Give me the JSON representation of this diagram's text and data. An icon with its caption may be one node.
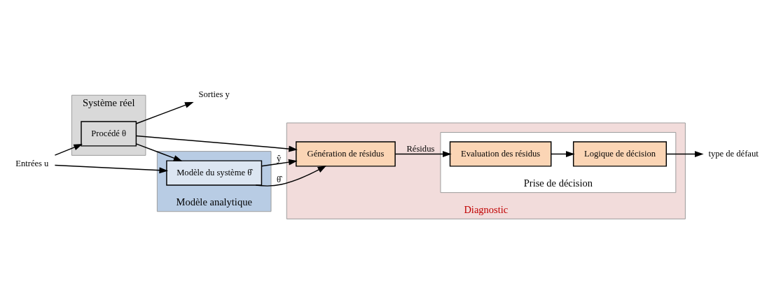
{
  "diagram": {
    "nodes": [
      {
        "text": [
          "Système réel"
        ]
      },
      {
        "text": [
          "Procédé θ"
        ],
        "in": 0
      },
      {
        "text": [
          "Modèle analytique"
        ]
      },
      {
        "text": [
          "Modèle du système θ̂"
        ],
        "in": 2
      },
      {
        "text": [
          "Diagnostic"
        ]
      },
      {
        "text": [
          "Génération de résidus"
        ],
        "in": 4
      },
      {
        "text": [
          "Prise de décision"
        ],
        "in": 4
      },
      {
        "text": [
          "Evaluation des résidus"
        ],
        "in": 6
      },
      {
        "text": [
          "Logique de décision"
        ],
        "in": 6
      },
      {
        "text": [
          "Entrées u"
        ]
      },
      {
        "text": [
          "Sorties y"
        ]
      },
      {
        "text": [
          "type de défaut"
        ]
      }
    ],
    "edges": [
      {
        "from": 9,
        "to": 1,
        "arrow": "to"
      },
      {
        "from": 9,
        "to": 3,
        "arrow": "to"
      },
      {
        "from": 1,
        "to": 10,
        "arrow": "to"
      },
      {
        "from": 1,
        "to": 3,
        "arrow": "to"
      },
      {
        "from": 1,
        "to": 5,
        "arrow": "to"
      },
      {
        "from": 3,
        "to": 5,
        "label": "θ̂",
        "arrow": "to"
      },
      {
        "from": 3,
        "to": 5,
        "label": "ŷ",
        "arrow": "to"
      },
      {
        "from": 5,
        "to": 7,
        "label": "Résidus",
        "arrow": "to"
      },
      {
        "from": 7,
        "to": 8,
        "arrow": "to"
      },
      {
        "from": 8,
        "to": 11,
        "arrow": "to"
      }
    ]
  }
}
